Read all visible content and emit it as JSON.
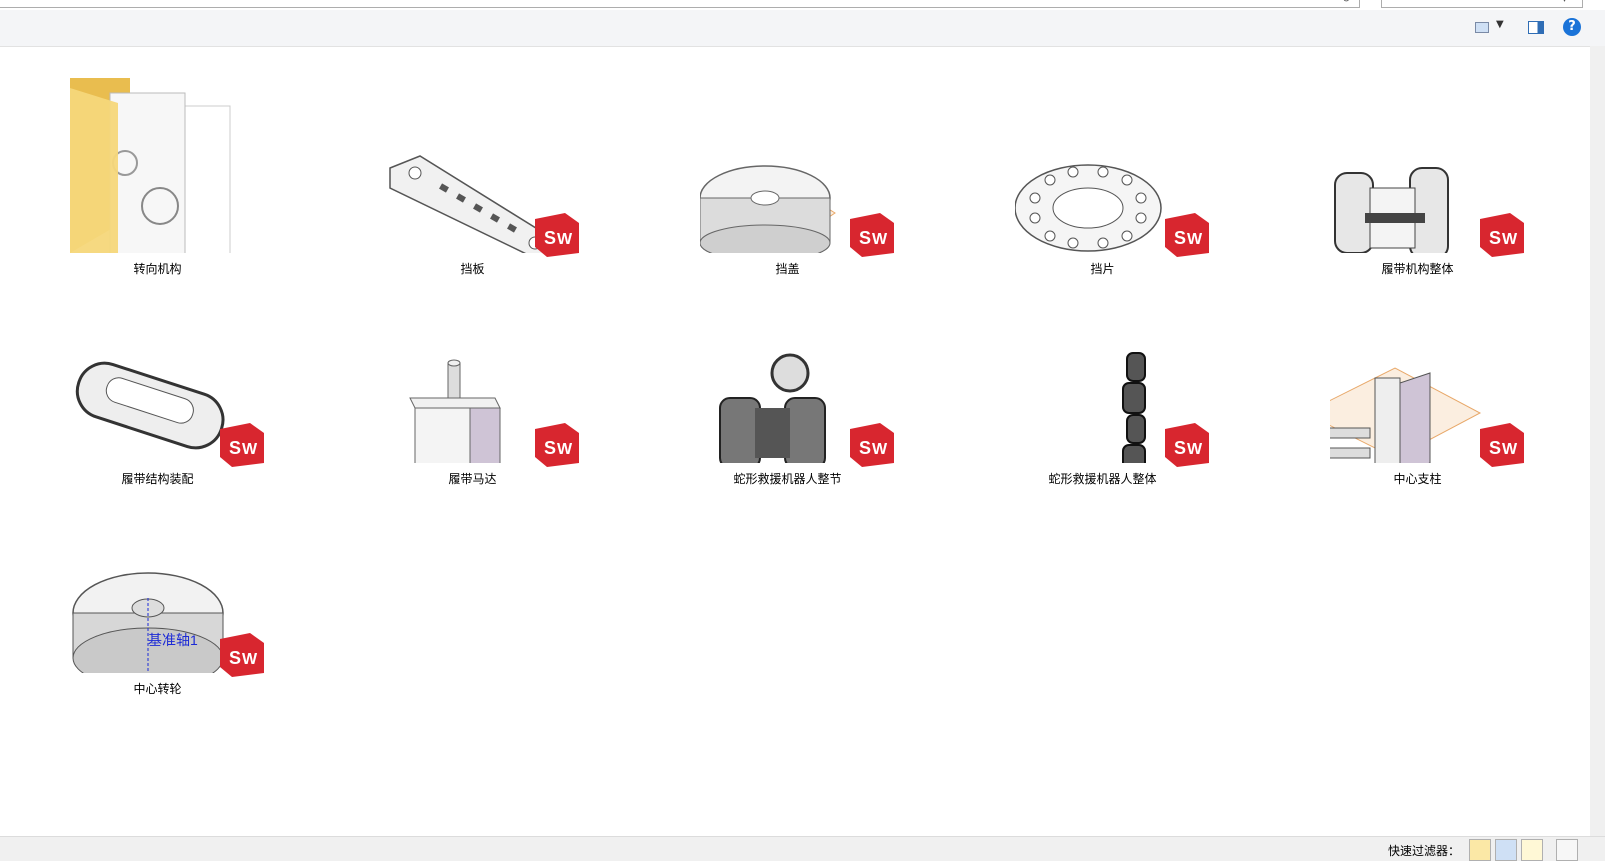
{
  "files": [
    {
      "name": "转向机构",
      "kind": "folder"
    },
    {
      "name": "挡板",
      "kind": "part"
    },
    {
      "name": "挡盖",
      "kind": "part"
    },
    {
      "name": "挡片",
      "kind": "part"
    },
    {
      "name": "履带机构整体",
      "kind": "assembly"
    },
    {
      "name": "履带结构装配",
      "kind": "assembly"
    },
    {
      "name": "履带马达",
      "kind": "part"
    },
    {
      "name": "蛇形救援机器人整节",
      "kind": "assembly"
    },
    {
      "name": "蛇形救援机器人整体",
      "kind": "assembly"
    },
    {
      "name": "中心支柱",
      "kind": "part"
    },
    {
      "name": "中心转轮",
      "kind": "part"
    }
  ],
  "thumb_annotations": {
    "center_wheel_axis": "基准轴1"
  },
  "statusbar": {
    "quick_filter_label": "快速过滤器："
  },
  "icons": {
    "sw_badge": "solidworks-icon",
    "help": "help-icon",
    "view": "view-icon",
    "preview_pane": "preview-pane-icon"
  },
  "colors": {
    "sw_red": "#d8262f",
    "folder_yellow": "#f6d77a",
    "help_blue": "#1a73d8"
  }
}
